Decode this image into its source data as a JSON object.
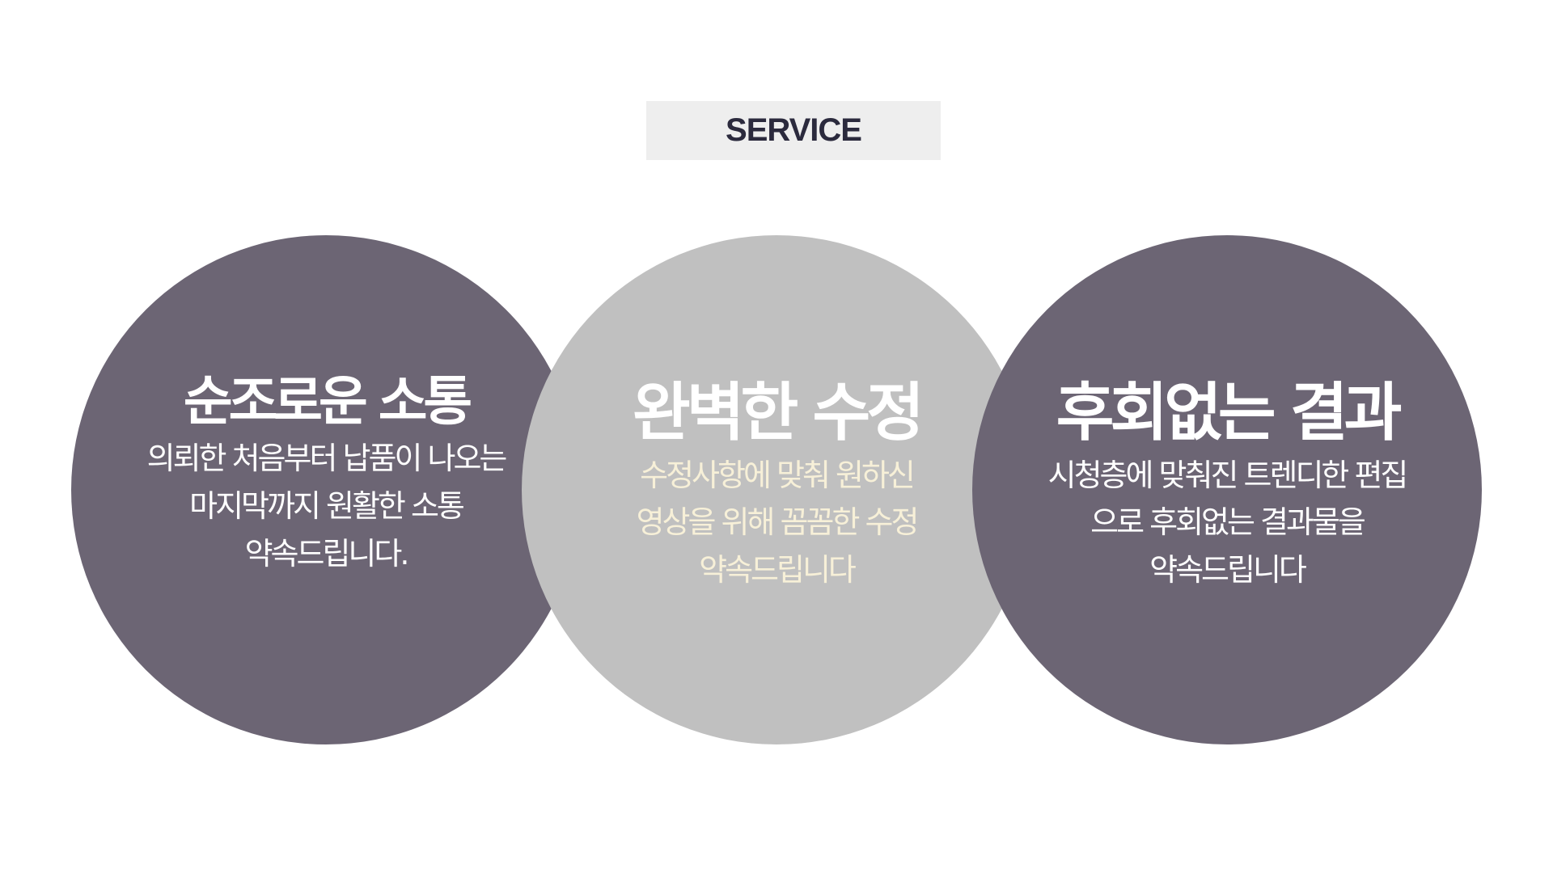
{
  "section": {
    "label": "SERVICE"
  },
  "colors": {
    "dark_circle": "#6c6574",
    "light_circle": "#c0c0c0",
    "dark_circle_text": "#ffffff",
    "light_circle_title": "#ffffff",
    "light_circle_desc": "#f7f0d8",
    "label_background": "#eeeeee",
    "label_text": "#2b2a3d"
  },
  "services": [
    {
      "title": "순조로운 소통",
      "description": "의뢰한 처음부터 납품이 나오는\n마지막까지 원활한 소통\n약속드립니다."
    },
    {
      "title": "완벽한 수정",
      "description": "수정사항에 맞춰 원하신\n영상을 위해 꼼꼼한 수정\n약속드립니다"
    },
    {
      "title": "후회없는 결과",
      "description": "시청층에 맞춰진 트렌디한 편집\n으로 후회없는 결과물을\n약속드립니다"
    }
  ]
}
